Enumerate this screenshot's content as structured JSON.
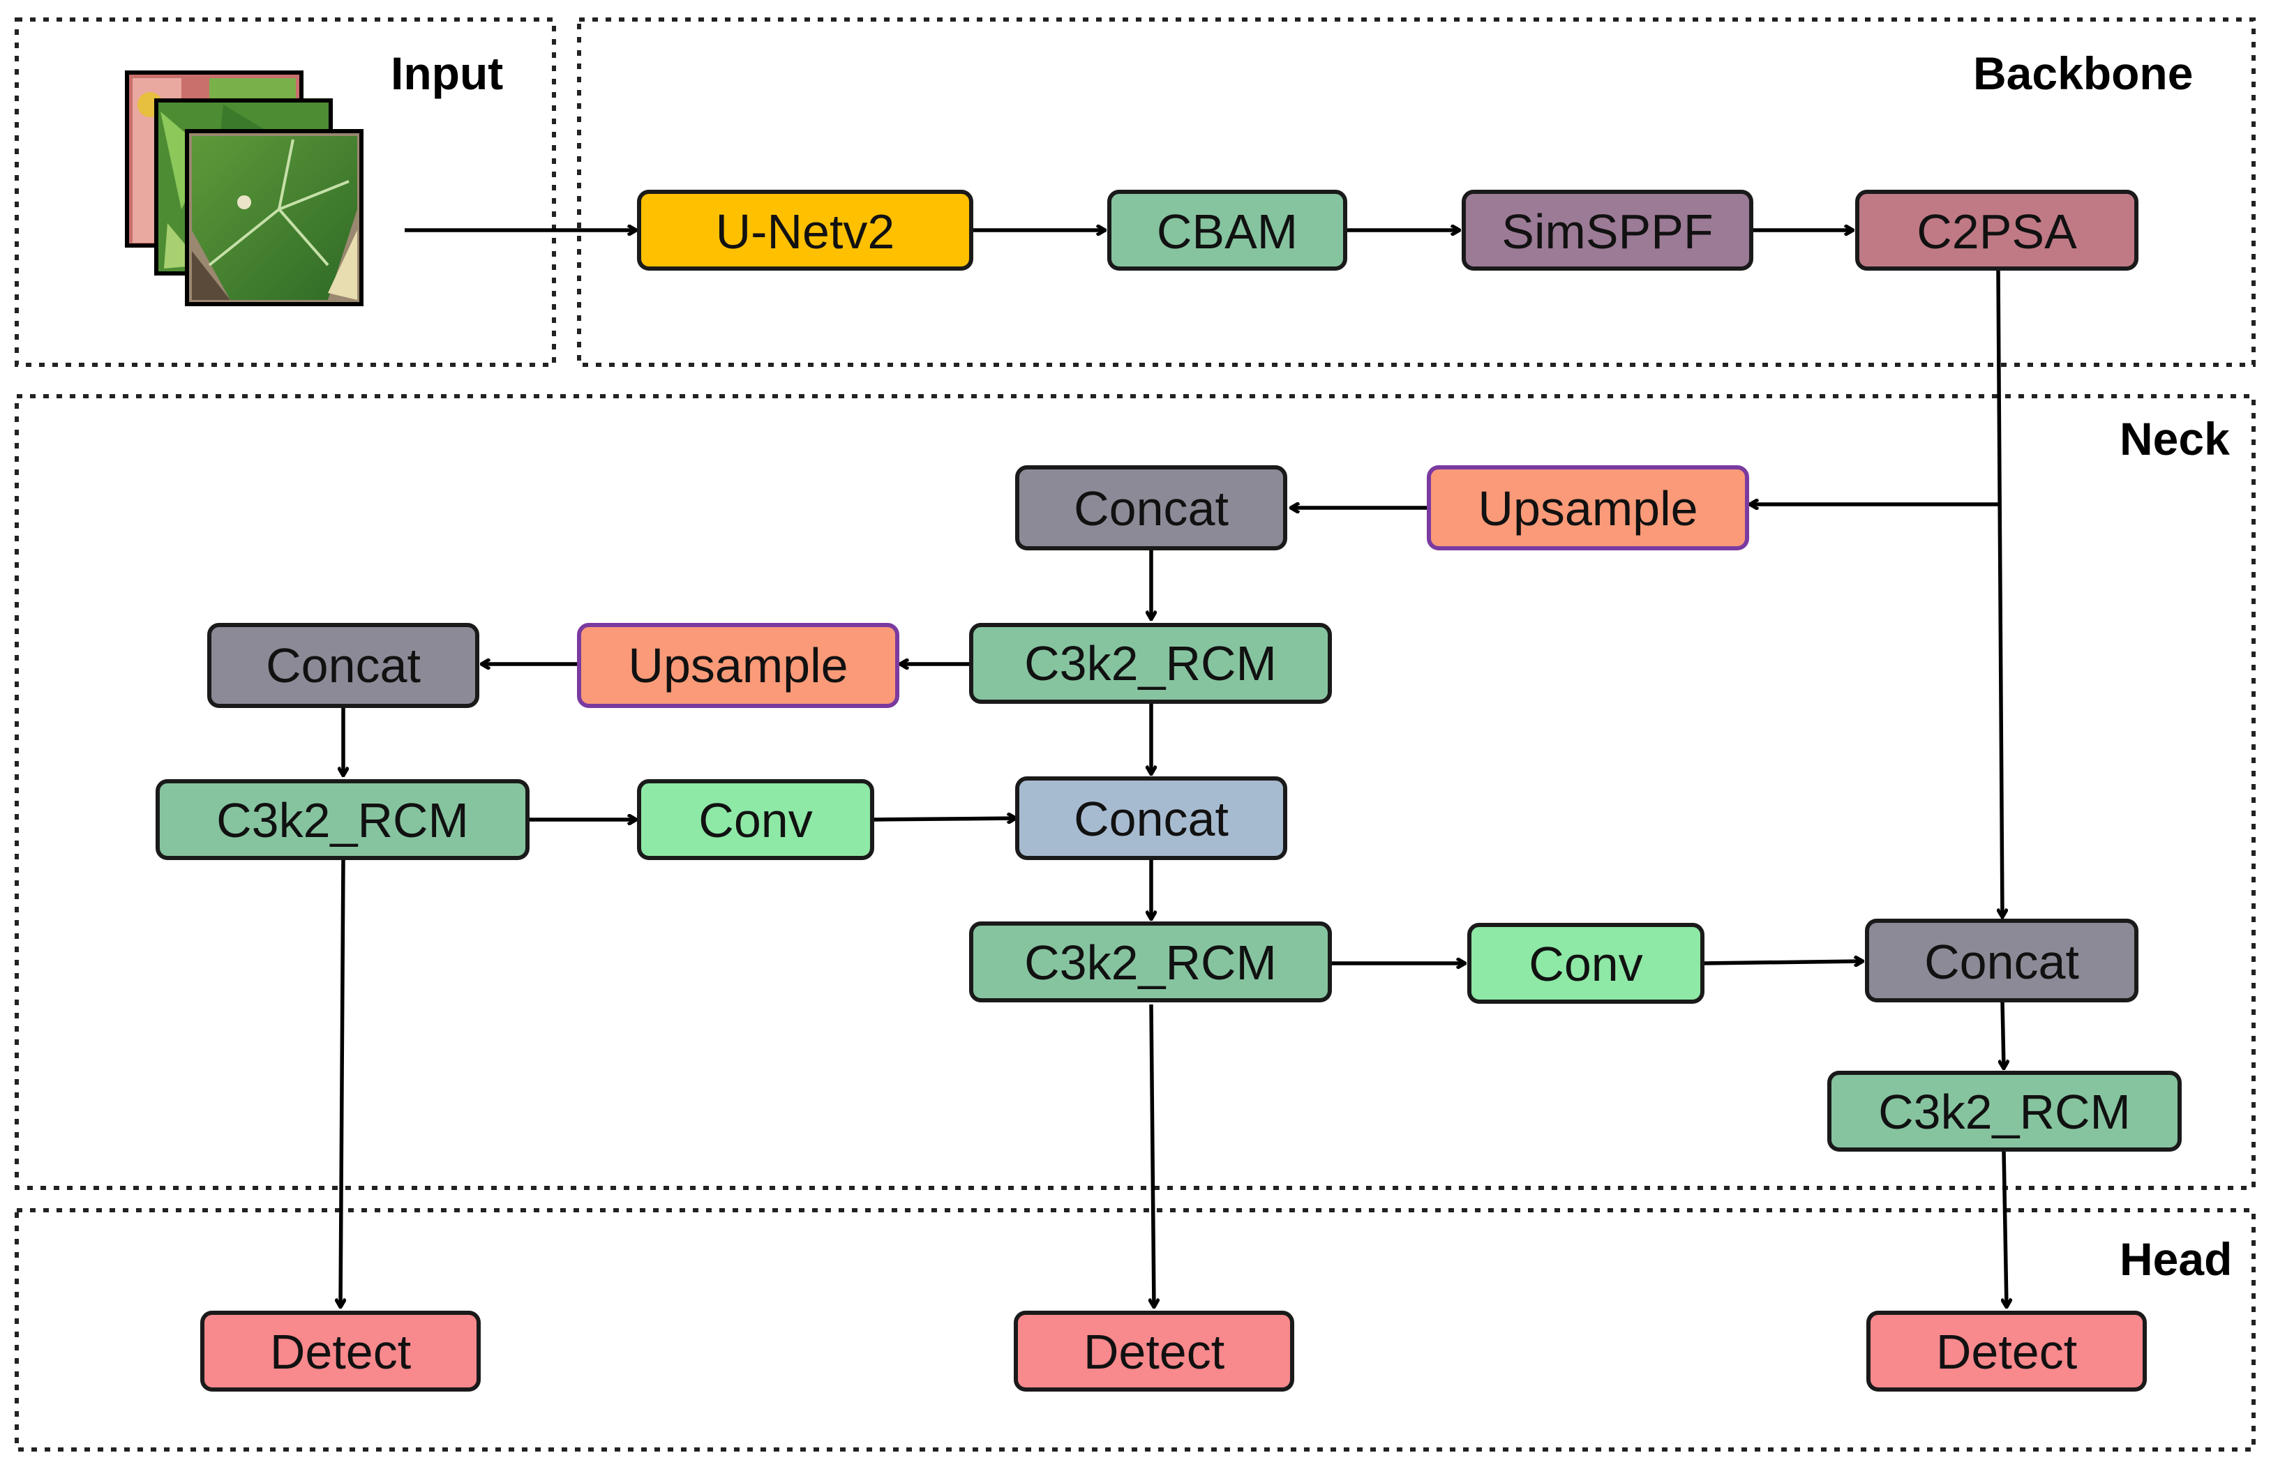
{
  "sections": {
    "input": "Input",
    "backbone": "Backbone",
    "neck": "Neck",
    "head": "Head"
  },
  "nodes": {
    "unet": "U-Netv2",
    "cbam": "CBAM",
    "simsppf": "SimSPPF",
    "c2psa": "C2PSA",
    "concat_top": "Concat",
    "upsample_top": "Upsample",
    "concat_left": "Concat",
    "upsample_mid": "Upsample",
    "c3k2_mid_top": "C3k2_RCM",
    "c3k2_left": "C3k2_RCM",
    "conv_left": "Conv",
    "concat_center": "Concat",
    "c3k2_center": "C3k2_RCM",
    "conv_right": "Conv",
    "concat_right": "Concat",
    "c3k2_right": "C3k2_RCM",
    "detect_left": "Detect",
    "detect_center": "Detect",
    "detect_right": "Detect"
  },
  "colors": {
    "unet": "#FFC000",
    "cbam": "#86C4A0",
    "simsppf": "#9C7B96",
    "c2psa": "#C07A86",
    "concat_gray": "#8C8A96",
    "concat_blue": "#A7BBD0",
    "upsample": "#FA9A78",
    "c3k2": "#86C4A0",
    "conv": "#8EE8A6",
    "detect": "#F8898D"
  }
}
